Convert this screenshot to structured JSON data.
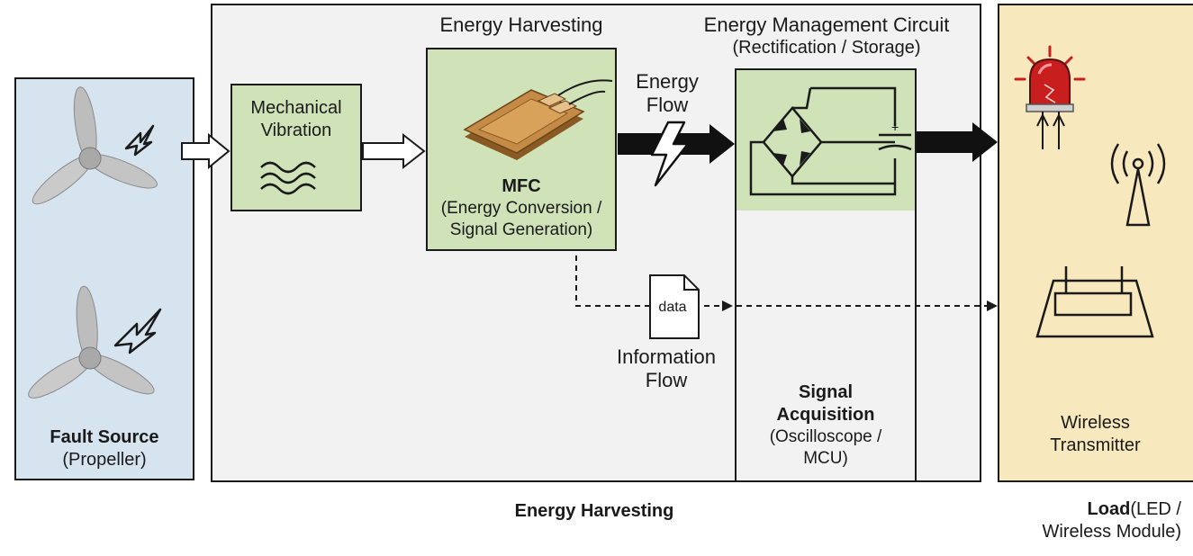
{
  "fault_source": {
    "title": "Fault Source",
    "subtitle": "(Propeller)"
  },
  "mechanical": {
    "line1": "Mechanical",
    "line2": "Vibration"
  },
  "energy_harvesting_header": "Energy Harvesting",
  "mfc": {
    "title": "MFC",
    "line1": "(Energy Conversion /",
    "line2": "Signal Generation)"
  },
  "energy_flow": {
    "line1": "Energy",
    "line2": "Flow"
  },
  "emc": {
    "title": "Energy Management Circuit",
    "subtitle": "(Rectification / Storage)"
  },
  "data_icon_label": "data",
  "info_flow": {
    "line1": "Information",
    "line2": "Flow"
  },
  "signal_acq": {
    "line1": "Signal",
    "line2": "Acquisition",
    "line3": "(Oscilloscope /",
    "line4": "MCU)"
  },
  "wireless": {
    "line1": "Wireless",
    "line2": "Transmitter"
  },
  "footer_energy": "Energy Harvesting",
  "footer_load": {
    "bold": "Load",
    "rest1": "(LED /",
    "line2": "Wireless Module)"
  },
  "colors": {
    "fault_bg": "#d6e4f0",
    "main_bg": "#f2f2f2",
    "green_bg": "#cfe2b8",
    "load_bg": "#f8e8bd",
    "led_red": "#c81e1e",
    "mfc_brown": "#b9803c"
  }
}
